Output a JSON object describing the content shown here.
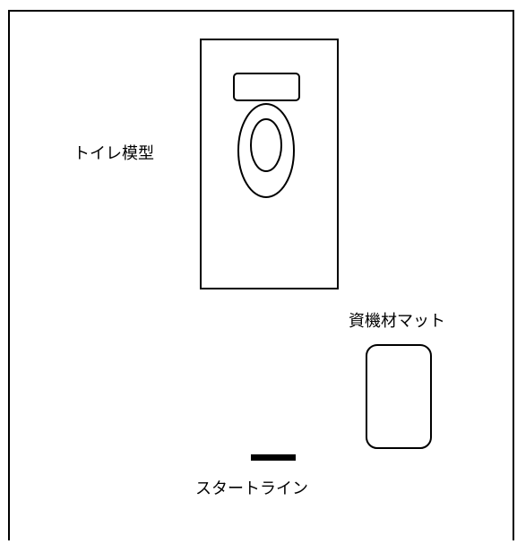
{
  "labels": {
    "toilet_model": "トイレ模型",
    "materials_mat": "資機材マット",
    "start_line": "スタートライン"
  },
  "colors": {
    "line": "#000000",
    "background": "#ffffff"
  }
}
